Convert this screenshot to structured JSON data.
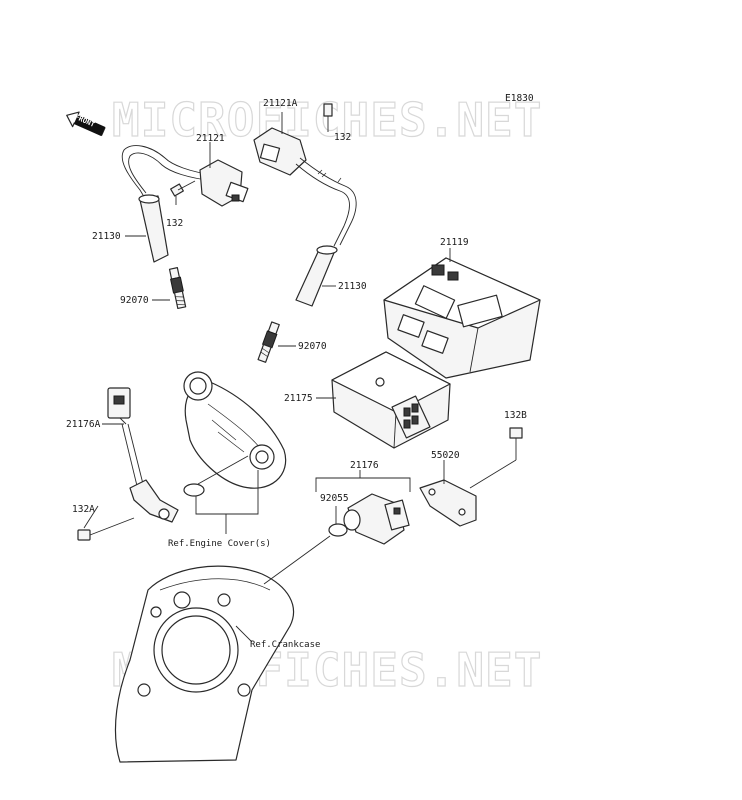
{
  "diagram_code": "E1830",
  "front_label": "FRONT",
  "watermark_text": "MICROFICHES.NET",
  "callouts": {
    "p21121A": "21121A",
    "p132_top": "132",
    "p21121": "21121",
    "p132_left": "132",
    "p21130_left": "21130",
    "p92070_left": "92070",
    "p21130_right": "21130",
    "p21119": "21119",
    "p92070_right": "92070",
    "p21175": "21175",
    "p21176A": "21176A",
    "p132B": "132B",
    "p21176": "21176",
    "p55020": "55020",
    "p92055": "92055",
    "p132A": "132A"
  },
  "references": {
    "engine_cover": "Ref.Engine Cover(s)",
    "crankcase": "Ref.Crankcase"
  },
  "colors": {
    "line": "#2a2a2a",
    "watermark": "#d8d8d8",
    "background": "#ffffff"
  }
}
